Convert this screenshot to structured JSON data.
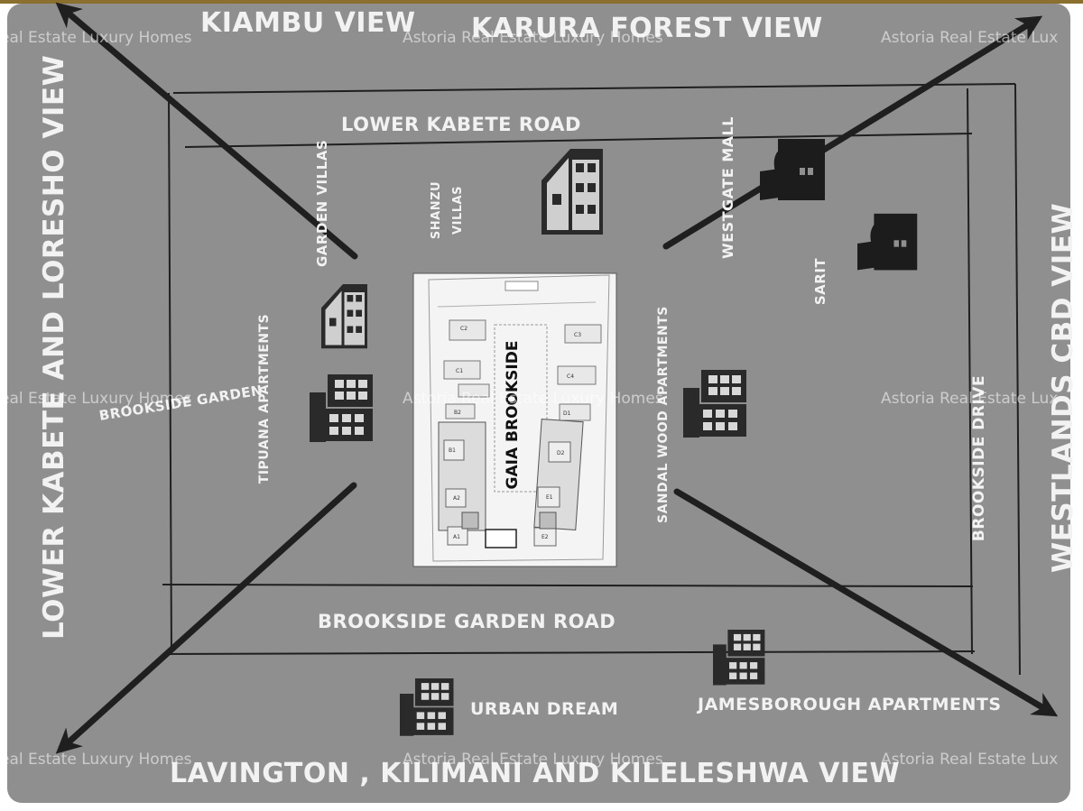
{
  "views": {
    "north_left": "KIAMBU VIEW",
    "north_right": "KARURA FOREST VIEW",
    "west": "LOWER KABETE AND LORESHO VIEW",
    "east": "WESTLANDS CBD VIEW",
    "south": "LAVINGTON , KILIMANI AND KILELESHWA VIEW"
  },
  "roads": {
    "top": "LOWER  KABETE ROAD",
    "bottom": "BROOKSIDE GARDEN ROAD",
    "right": "BROOKSIDE DRIVE"
  },
  "places": {
    "garden_villas": "GARDEN VILLAS",
    "shanzu_line1": "SHANZU",
    "shanzu_line2": "VILLAS",
    "westgate_mall": "WESTGATE MALL",
    "sarit": "SARIT",
    "tipuana": "TIPUANA APARTMENTS",
    "brookside_garden": "BROOKSIDE GARDEN",
    "sandal_wood": "SANDAL WOOD APARTMENTS",
    "urban_dream": "URBAN DREAM",
    "jamesborough": "JAMESBOROUGH  APARTMENTS"
  },
  "site_plan": {
    "title": "GAIA BROOKSIDE",
    "units": [
      "C2",
      "C3",
      "C1",
      "C4",
      "B2",
      "D1",
      "B1",
      "D2",
      "A2",
      "E1",
      "A1",
      "E2"
    ]
  },
  "watermark": "Astoria Real Estate Luxury Homes",
  "watermark_left": "eal Estate Luxury Homes",
  "watermark_right": "Astoria Real Estate Lux",
  "colors": {
    "background": "#8f8f8f",
    "label": "#f2f2f2",
    "lines": "#1f1f1f",
    "icons": "#1c1c1c"
  }
}
